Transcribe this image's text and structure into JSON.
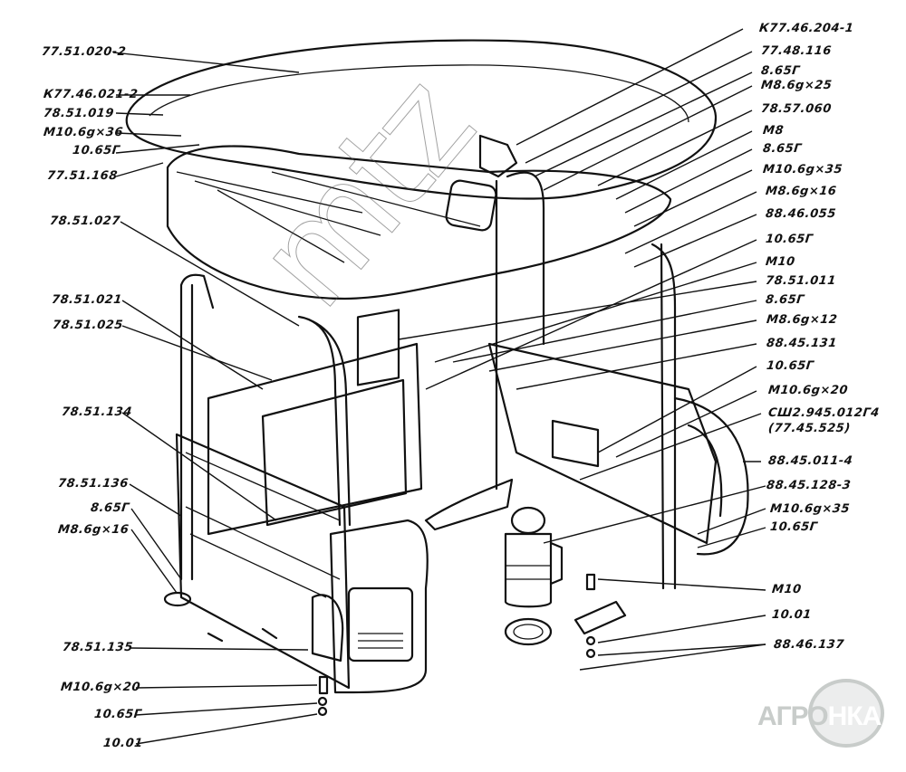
{
  "diagram": {
    "type": "exploded-parts-view",
    "subject": "tractor cab frame and panels",
    "labels_left": [
      {
        "id": "l1",
        "text": "77.51.020-2"
      },
      {
        "id": "l2",
        "text": "К77.46.021-2"
      },
      {
        "id": "l3",
        "text": "78.51.019"
      },
      {
        "id": "l4",
        "text": "M10.6g×36"
      },
      {
        "id": "l5",
        "text": "10.65Г"
      },
      {
        "id": "l6",
        "text": "77.51.168"
      },
      {
        "id": "l7",
        "text": "78.51.027"
      },
      {
        "id": "l8",
        "text": "78.51.021"
      },
      {
        "id": "l9",
        "text": "78.51.025"
      },
      {
        "id": "l10",
        "text": "78.51.134"
      },
      {
        "id": "l11",
        "text": "78.51.136"
      },
      {
        "id": "l12",
        "text": "8.65Г"
      },
      {
        "id": "l13",
        "text": "M8.6g×16"
      },
      {
        "id": "l14",
        "text": "78.51.135"
      },
      {
        "id": "l15",
        "text": "M10.6g×20"
      },
      {
        "id": "l16",
        "text": "10.65Г"
      },
      {
        "id": "l17",
        "text": "10.01"
      }
    ],
    "labels_right": [
      {
        "id": "r1",
        "text": "К77.46.204-1"
      },
      {
        "id": "r2",
        "text": "77.48.116"
      },
      {
        "id": "r3",
        "text": "8.65Г"
      },
      {
        "id": "r4",
        "text": "M8.6g×25"
      },
      {
        "id": "r5",
        "text": "78.57.060"
      },
      {
        "id": "r6",
        "text": "M8"
      },
      {
        "id": "r7",
        "text": "8.65Г"
      },
      {
        "id": "r8",
        "text": "M10.6g×35"
      },
      {
        "id": "r9",
        "text": "M8.6g×16"
      },
      {
        "id": "r10",
        "text": "88.46.055"
      },
      {
        "id": "r11",
        "text": "10.65Г"
      },
      {
        "id": "r12",
        "text": "M10"
      },
      {
        "id": "r13",
        "text": "78.51.011"
      },
      {
        "id": "r14",
        "text": "8.65Г"
      },
      {
        "id": "r15",
        "text": "M8.6g×12"
      },
      {
        "id": "r16",
        "text": "88.45.131"
      },
      {
        "id": "r17",
        "text": "10.65Г"
      },
      {
        "id": "r18",
        "text": "M10.6g×20"
      },
      {
        "id": "r19",
        "text": "СШ2.945.012Г4"
      },
      {
        "id": "r19b",
        "text": "(77.45.525)"
      },
      {
        "id": "r20",
        "text": "88.45.011-4"
      },
      {
        "id": "r21",
        "text": "88.45.128-3"
      },
      {
        "id": "r22",
        "text": "M10.6g×35"
      },
      {
        "id": "r23",
        "text": "10.65Г"
      },
      {
        "id": "r24",
        "text": "M10"
      },
      {
        "id": "r25",
        "text": "10.01"
      },
      {
        "id": "r26",
        "text": "88.46.137"
      }
    ]
  },
  "watermark": {
    "text": "mtz"
  },
  "logo": {
    "left": "АГРО",
    "right": "НКА",
    "color": "#c8ccca"
  }
}
